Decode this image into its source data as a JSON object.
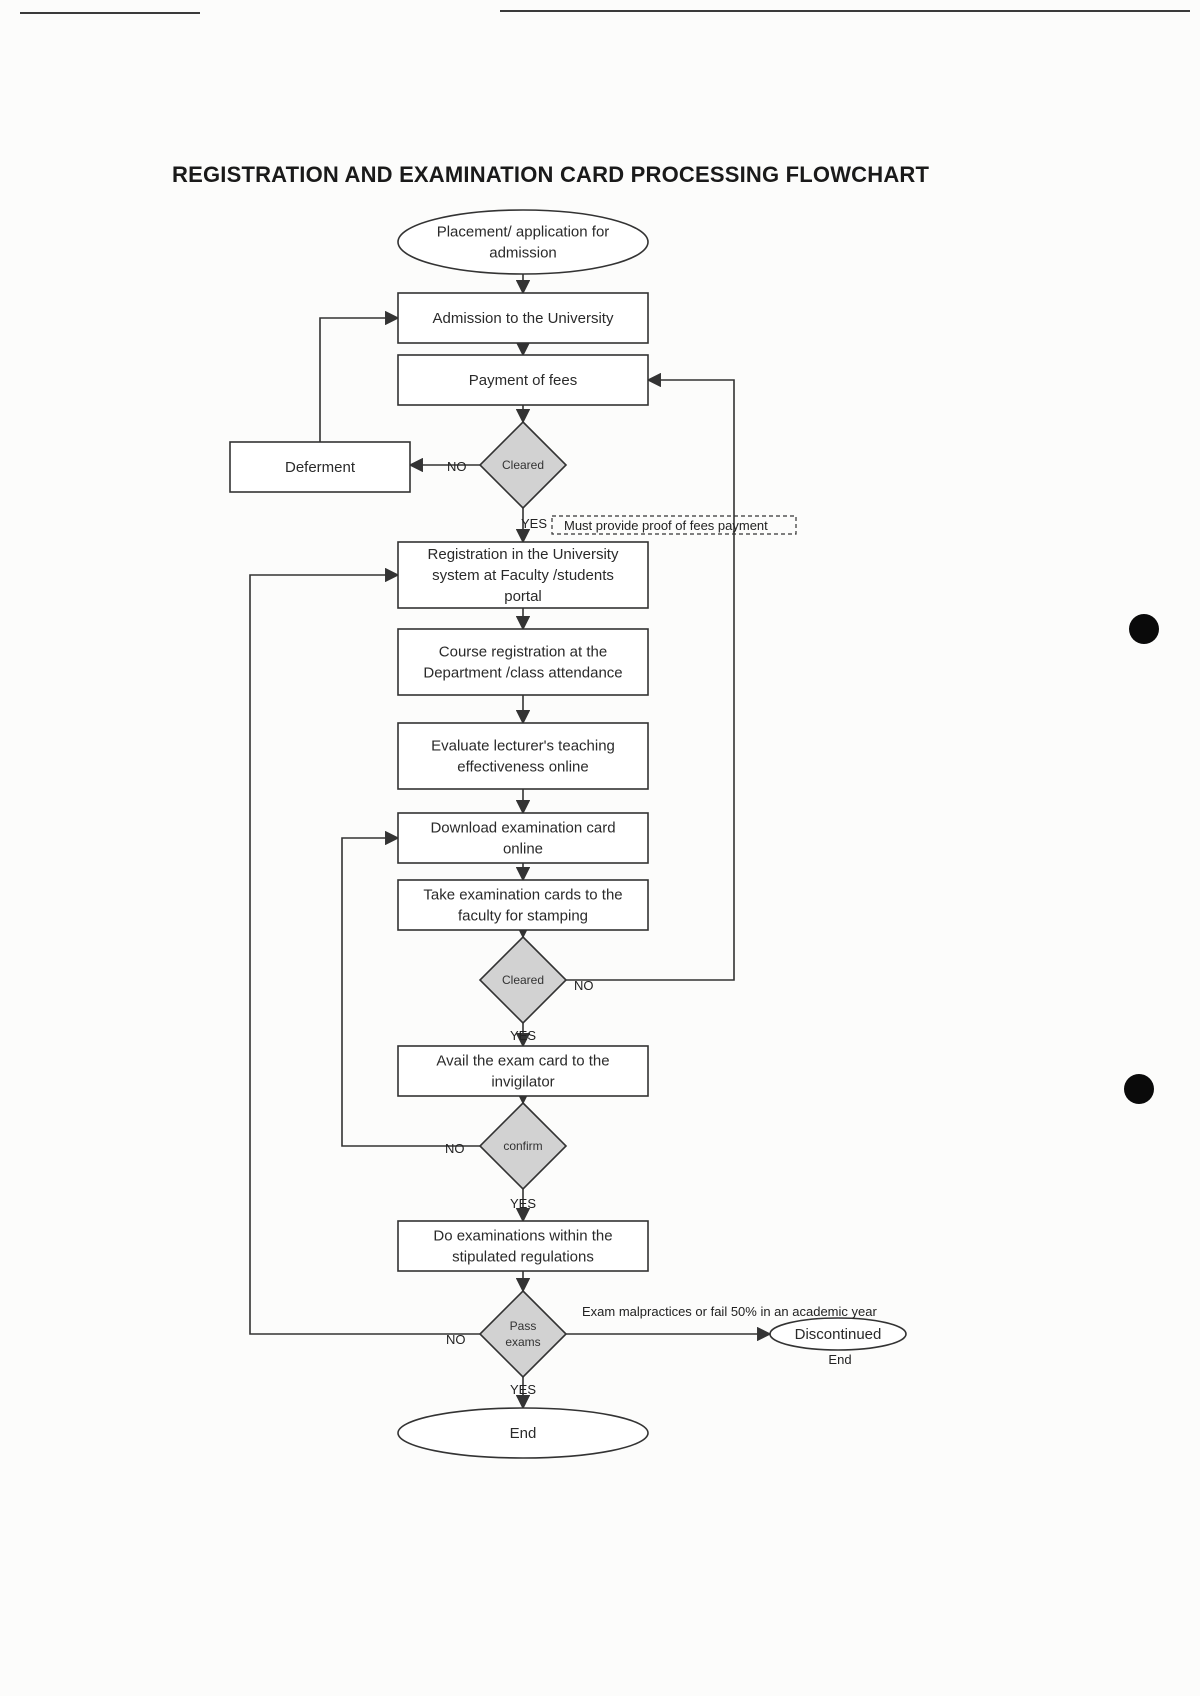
{
  "title": "REGISTRATION AND EXAMINATION CARD PROCESSING FLOWCHART",
  "nodes": {
    "start": [
      "Placement/ application for",
      "admission"
    ],
    "admission": [
      "Admission to the University"
    ],
    "payment": [
      "Payment of fees"
    ],
    "cleared1": [
      "Cleared"
    ],
    "deferment": [
      "Deferment"
    ],
    "registration": [
      "Registration in the University",
      "system at Faculty /students",
      "portal"
    ],
    "course": [
      "Course registration at the",
      "Department /class attendance"
    ],
    "evaluate": [
      "Evaluate lecturer's teaching",
      "effectiveness online"
    ],
    "download": [
      "Download examination card",
      "online"
    ],
    "take": [
      "Take examination cards to the",
      "faculty for stamping"
    ],
    "cleared2": [
      "Cleared"
    ],
    "avail": [
      "Avail the exam card to the",
      "invigilator"
    ],
    "confirm": [
      "confirm"
    ],
    "doexams": [
      "Do  examinations within the",
      "stipulated regulations"
    ],
    "pass": [
      "Pass",
      "exams"
    ],
    "discontinued": [
      "Discontinued"
    ],
    "end": [
      "End"
    ]
  },
  "labels": {
    "no": "NO",
    "yes": "YES",
    "proof_note": "Must provide proof of fees payment",
    "malpractice_note": "Exam malpractices or fail 50% in an academic year",
    "discontinued_end": "End"
  }
}
